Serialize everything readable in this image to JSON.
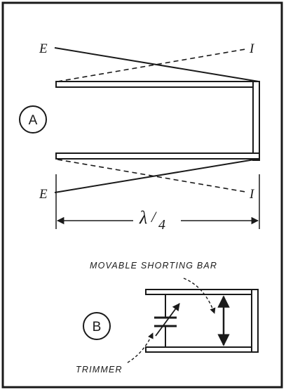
{
  "part_a": {
    "badge": "A",
    "left_top_label": "E",
    "right_top_label": "I",
    "left_bottom_label": "E",
    "right_bottom_label": "I",
    "wavelength_main": "λ",
    "wavelength_slash": "/",
    "wavelength_den": "4"
  },
  "part_b": {
    "badge": "B",
    "bar_label": "MOVABLE SHORTING BAR",
    "trimmer_label": "TRIMMER"
  }
}
